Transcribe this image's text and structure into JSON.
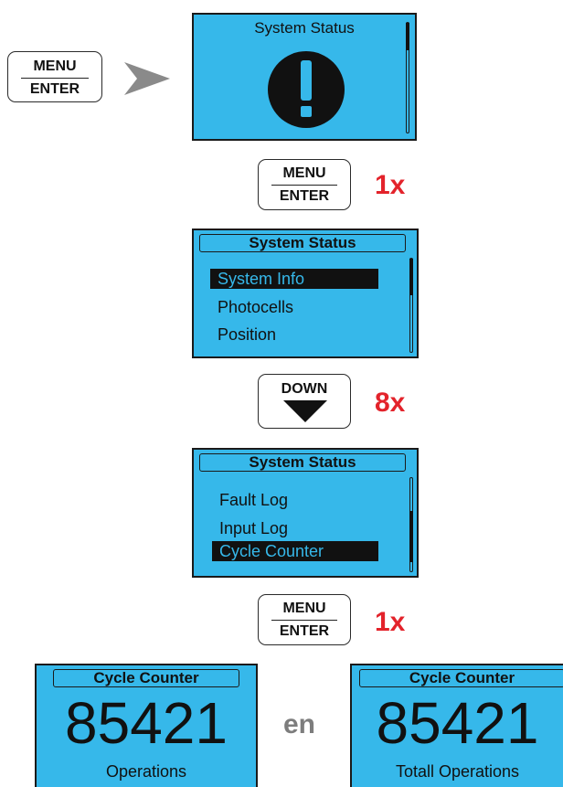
{
  "step1": {
    "button": {
      "top": "MENU",
      "bottom": "ENTER"
    },
    "screen": {
      "title": "System Status"
    }
  },
  "step2": {
    "button": {
      "top": "MENU",
      "bottom": "ENTER"
    },
    "count": "1x",
    "screen": {
      "title": "System Status",
      "items": [
        "System Info",
        "Photocells",
        "Position"
      ]
    }
  },
  "step3": {
    "button": {
      "label": "DOWN"
    },
    "count": "8x",
    "screen": {
      "title": "System Status",
      "items": [
        "Fault Log",
        "Input Log",
        "Cycle Counter"
      ]
    }
  },
  "step4": {
    "button": {
      "top": "MENU",
      "bottom": "ENTER"
    },
    "count": "1x",
    "result_left": {
      "title": "Cycle Counter",
      "value": "85421",
      "caption": "Operations"
    },
    "connector": "en",
    "result_right": {
      "title": "Cycle Counter",
      "value": "85421",
      "caption": "Totall Operations"
    }
  },
  "colors": {
    "screen": "#36b8ea",
    "count": "#e3232b",
    "arrow": "#8a8a8a"
  }
}
